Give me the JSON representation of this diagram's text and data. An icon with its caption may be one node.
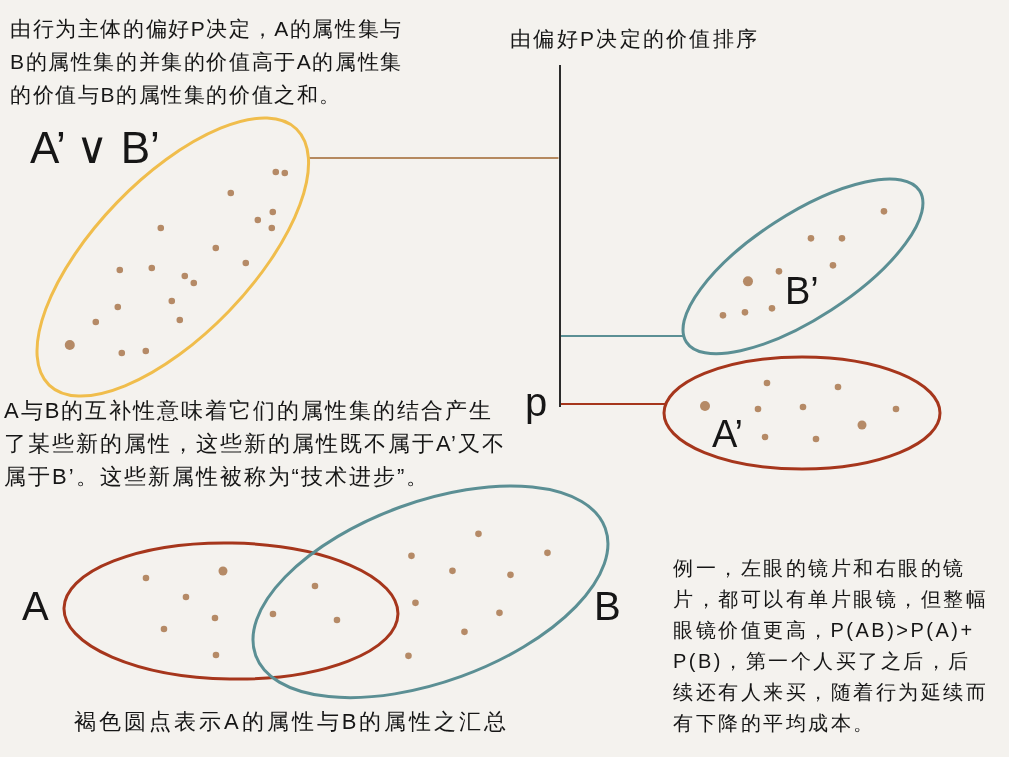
{
  "diagram": {
    "nodes": [
      {
        "text": [],
        "shape": "bar",
        "beside": [
          "由偏好P决定的价值排序",
          "p"
        ]
      },
      {
        "text": [
          "A’ ∨ B’"
        ]
      },
      {
        "text": [
          "B’"
        ]
      },
      {
        "text": [
          "A’"
        ]
      },
      {
        "text": [
          "A"
        ]
      },
      {
        "text": [
          "B"
        ]
      }
    ],
    "edges": [
      {
        "from": 1,
        "to": 0,
        "arrow": "none",
        "color": "#b5895f"
      },
      {
        "from": 0,
        "to": 2,
        "arrow": "none",
        "color": "#5b8f94"
      },
      {
        "from": 0,
        "to": 3,
        "arrow": "none",
        "color": "#a6361c"
      }
    ],
    "labels": [
      "由行为主体的偏好P决定，A的属性集与B的属性集的并集的价值高于A的属性集的价值与B的属性集的价值之和。",
      "A与B的互补性意味着它们的属性集的结合产生了某些新的属性，这些新的属性既不属于A’又不属于B’。这些新属性被称为“技术进步”。",
      "例一，左眼的镜片和右眼的镜片，都可以有单片眼镜，但整幅眼镜价值更高，P(AB)>P(A)+P(B)，第一个人买了之后，后续还有人来买，随着行为延续而有下降的平均成本。",
      "褐色圆点表示A的属性与B的属性之汇总"
    ]
  }
}
